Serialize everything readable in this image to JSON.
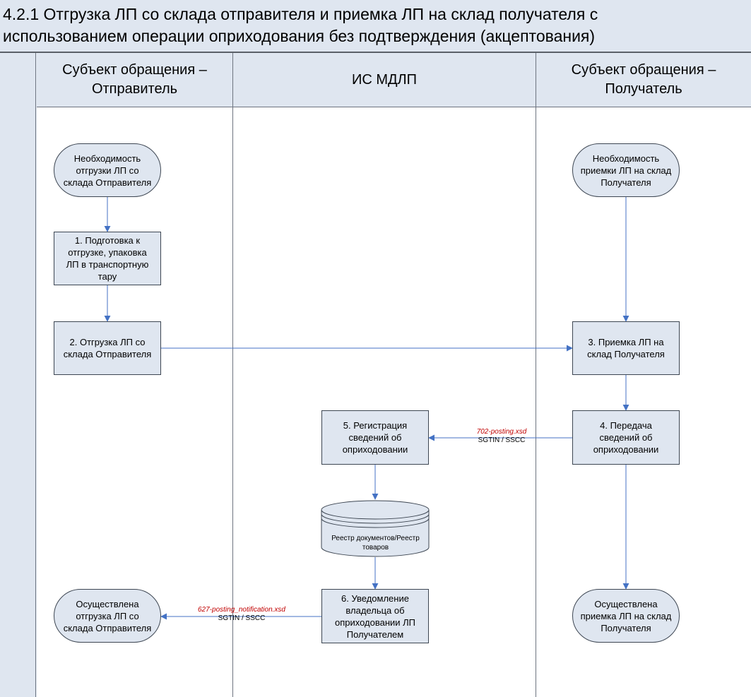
{
  "title": {
    "lines": [
      "4.2.1 Отгрузка ЛП со склада отправителя и приемка ЛП на склад получателя с",
      "использованием операции оприходования без подтверждения (акцептования)"
    ]
  },
  "lanes": [
    {
      "id": "sender",
      "title_lines": [
        "Субъект обращения –",
        "Отправитель"
      ]
    },
    {
      "id": "mdlp",
      "title_lines": [
        "ИС МДЛП"
      ]
    },
    {
      "id": "receiver",
      "title_lines": [
        "Субъект обращения –",
        "Получатель"
      ]
    }
  ],
  "nodes": {
    "start_sender": {
      "shape": "terminal",
      "lines": [
        "Необходимость",
        "отгрузки ЛП со",
        "склада Отправителя"
      ]
    },
    "step1": {
      "shape": "process",
      "lines": [
        "1. Подготовка к",
        "отгрузке, упаковка",
        "ЛП в транспортную",
        "тару"
      ]
    },
    "step2": {
      "shape": "process",
      "lines": [
        "2. Отгрузка ЛП со",
        "склада Отправителя"
      ]
    },
    "end_sender": {
      "shape": "terminal",
      "lines": [
        "Осуществлена",
        "отгрузка ЛП со",
        "склада Отправителя"
      ]
    },
    "start_receiver": {
      "shape": "terminal",
      "lines": [
        "Необходимость",
        "приемки ЛП на  склад",
        "Получателя"
      ]
    },
    "step3": {
      "shape": "process",
      "lines": [
        "3. Приемка ЛП на",
        "склад Получателя"
      ]
    },
    "step4": {
      "shape": "process",
      "lines": [
        "4. Передача",
        "сведений об",
        "оприходовании"
      ]
    },
    "end_receiver": {
      "shape": "terminal",
      "lines": [
        "Осуществлена",
        "приемка ЛП на склад",
        "Получателя"
      ]
    },
    "step5": {
      "shape": "process",
      "lines": [
        "5. Регистрация",
        "сведений об",
        "оприходовании"
      ]
    },
    "registry": {
      "shape": "database",
      "lines": [
        "Реестр документов/Реестр",
        "товаров"
      ]
    },
    "step6": {
      "shape": "process",
      "lines": [
        "6. Уведомление",
        "владельца об",
        "оприходовании ЛП",
        "Получателем"
      ]
    }
  },
  "edges": [
    {
      "from": "start_sender",
      "to": "step1"
    },
    {
      "from": "step1",
      "to": "step2"
    },
    {
      "from": "step2",
      "to": "step3"
    },
    {
      "from": "start_receiver",
      "to": "step3"
    },
    {
      "from": "step3",
      "to": "step4"
    },
    {
      "from": "step4",
      "to": "step5",
      "file": "702-posting.xsd",
      "data": "SGTIN / SSCC"
    },
    {
      "from": "step5",
      "to": "registry"
    },
    {
      "from": "registry",
      "to": "step6"
    },
    {
      "from": "step6",
      "to": "end_sender",
      "file": "627-posting_notification.xsd",
      "data": "SGTIN / SSCC"
    },
    {
      "from": "step4",
      "to": "end_receiver"
    }
  ],
  "colors": {
    "header_fill": "#dfe6f0",
    "node_fill": "#dfe6f0",
    "node_border": "#3d4652",
    "edge": "#4472c4",
    "file_label": "#c00000"
  }
}
